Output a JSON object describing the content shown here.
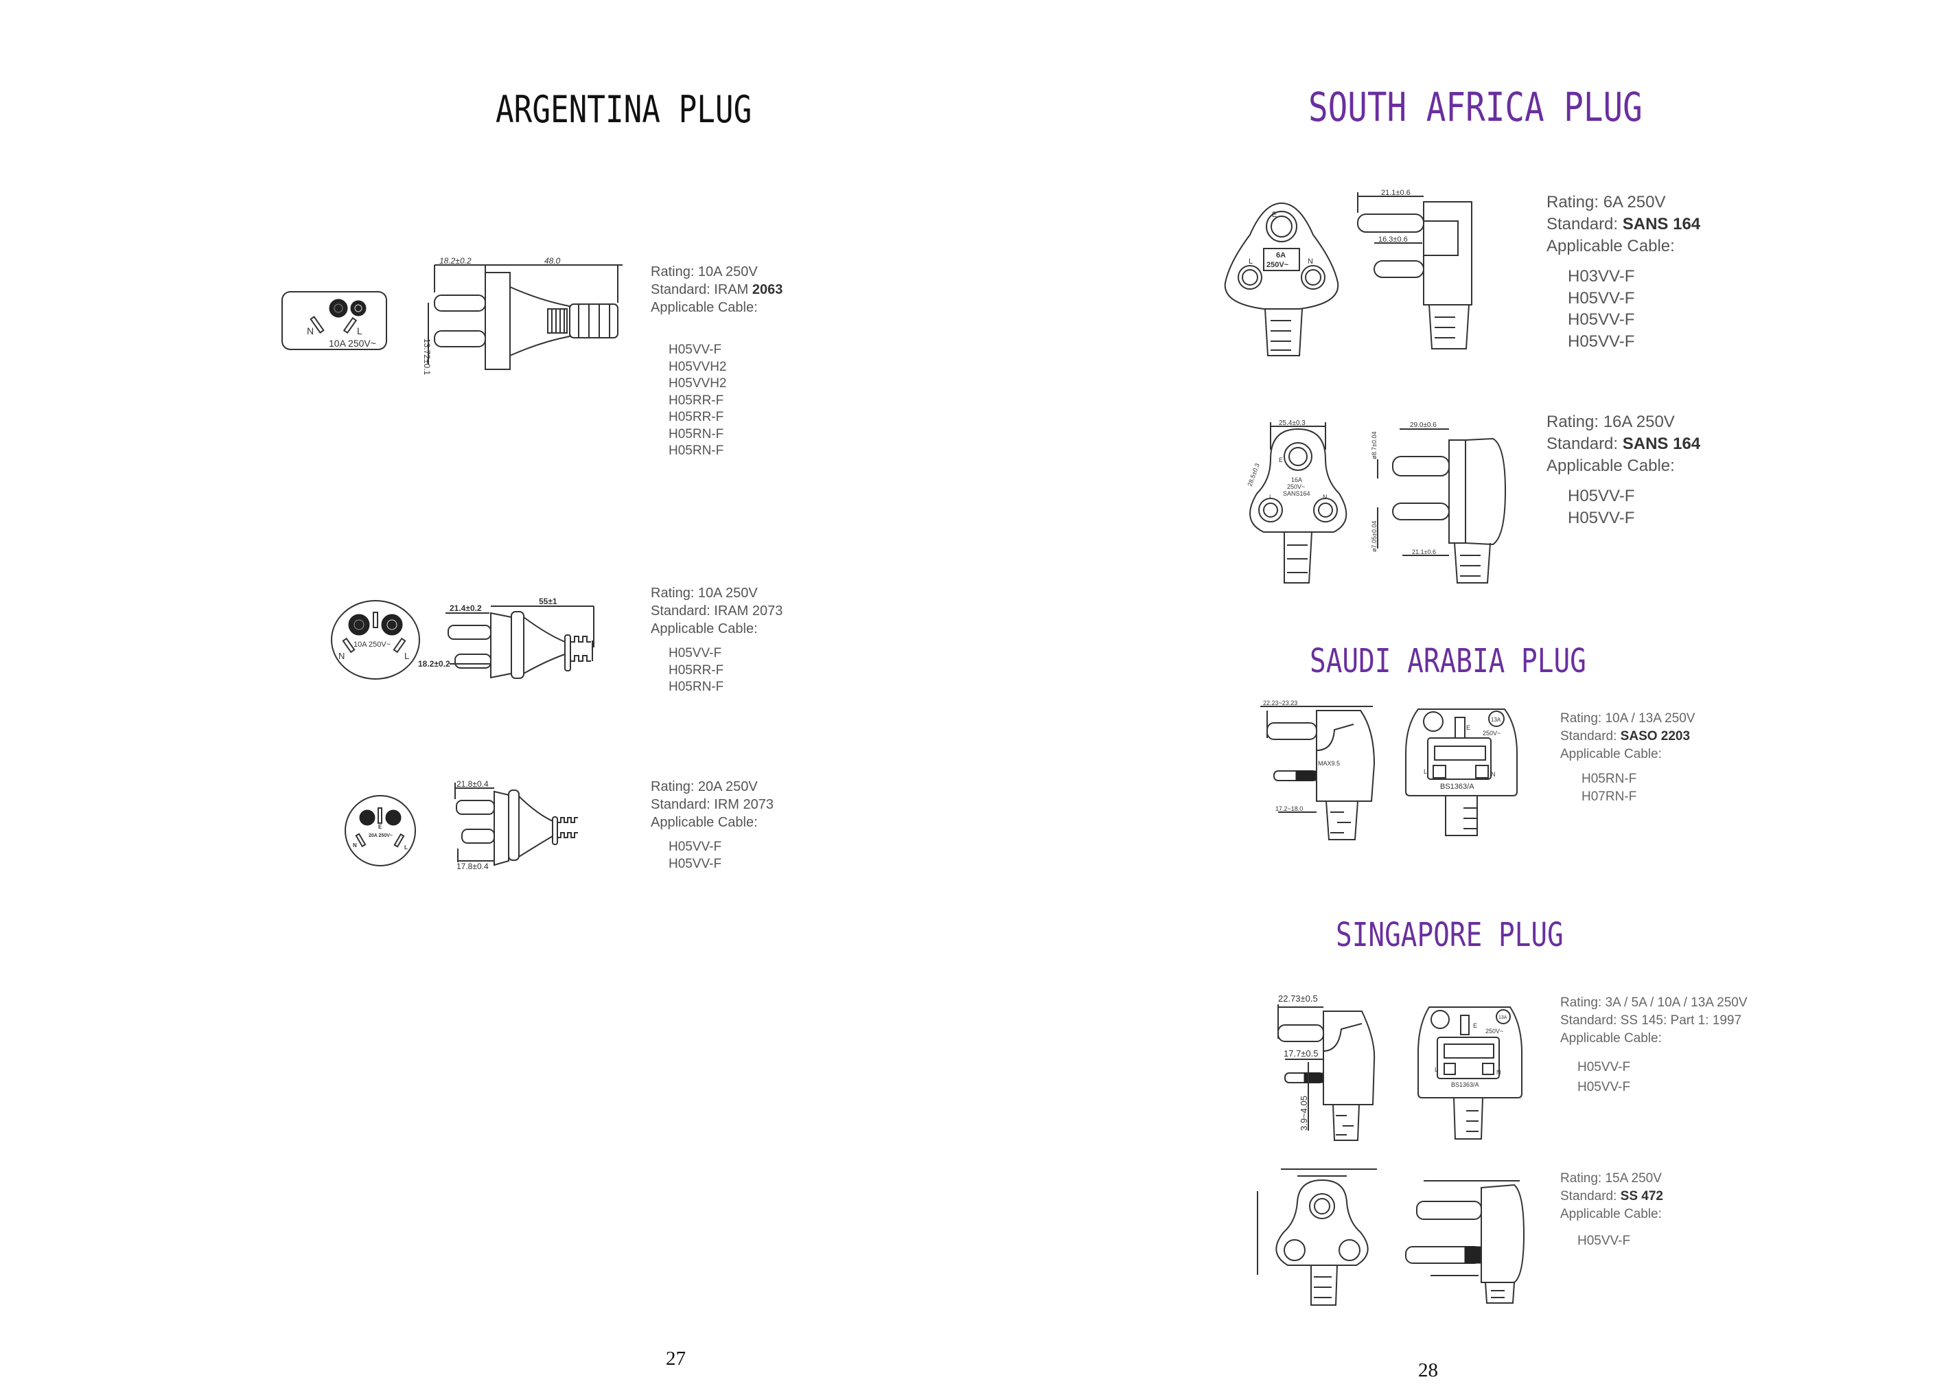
{
  "left_page": {
    "title": "ARGENTINA PLUG",
    "page_number": "27",
    "plugs": [
      {
        "rating": "Rating: 10A 250V",
        "standard_label": "Standard: IRAM ",
        "standard_value": "2063",
        "cable_label": "Applicable Cable:",
        "cables": [
          "H05VV-F",
          "H05VVH2",
          "H05VVH2",
          "H05RR-F",
          "H05RR-F",
          "H05RN-F",
          "H05RN-F"
        ],
        "drawing_labels": {
          "face": "10A 250V~",
          "n": "N",
          "l": "L",
          "dim1": "18.2±0.2",
          "dim2": "48.0",
          "dim3": "13.72±0.1"
        }
      },
      {
        "rating": "Rating: 10A 250V",
        "standard_label": "Standard: IRAM 2073",
        "standard_value": "",
        "cable_label": "Applicable Cable:",
        "cables": [
          "H05VV-F",
          "H05RR-F",
          "H05RN-F"
        ],
        "drawing_labels": {
          "face": "10A 250V~",
          "n": "N",
          "l": "L",
          "dim1": "21.4±0.2",
          "dim2": "55±1",
          "dim3": "18.2±0.2"
        }
      },
      {
        "rating": "Rating: 20A 250V",
        "standard_label": "Standard: IRM 2073",
        "standard_value": "",
        "cable_label": "Applicable Cable:",
        "cables": [
          "H05VV-F",
          "H05VV-F"
        ],
        "drawing_labels": {
          "face": "20A 250V~",
          "n": "N",
          "l": "L",
          "e": "E",
          "dim1": "21.8±0.4",
          "dim2": "17.8±0.4"
        }
      }
    ]
  },
  "right_page": {
    "page_number": "28",
    "sections": [
      {
        "title": "SOUTH AFRICA PLUG",
        "plugs": [
          {
            "rating": "Rating: 6A 250V",
            "standard_label": "Standard: ",
            "standard_value": "SANS 164",
            "cable_label": "Applicable Cable:",
            "cables": [
              "H03VV-F",
              "H05VV-F",
              "H05VV-F",
              "H05VV-F"
            ],
            "drawing_labels": {
              "face1": "6A",
              "face2": "250V~",
              "e": "E",
              "l": "L",
              "n": "N",
              "dim1": "21.1±0.6",
              "dim2": "16.3±0.6"
            }
          },
          {
            "rating": "Rating: 16A 250V",
            "standard_label": "Standard: ",
            "standard_value": "SANS 164",
            "cable_label": "Applicable Cable:",
            "cables": [
              "H05VV-F",
              "H05VV-F"
            ],
            "drawing_labels": {
              "face1": "16A",
              "face2": "250V~",
              "face3": "SANS164",
              "e": "E",
              "l": "L",
              "n": "N",
              "dim1": "25.4±0.3",
              "dim2": "29.0±0.6",
              "dim3": "21.1±0.6",
              "dim4": "28.5±0.3",
              "dim5": "ø8.7±0.04",
              "dim6": "ø7.05±0.04"
            }
          }
        ]
      },
      {
        "title": "SAUDI ARABIA PLUG",
        "plugs": [
          {
            "rating": "Rating: 10A / 13A 250V",
            "standard_label": "Standard: ",
            "standard_value": "SASO 2203",
            "cable_label": "Applicable Cable:",
            "cables": [
              "H05RN-F",
              "H07RN-F"
            ],
            "drawing_labels": {
              "dim1": "22.23~23.23",
              "dim2": "17.2~18.0",
              "dim3": "MAX9.5",
              "marking": "BS1363/A",
              "volt": "250V~",
              "fuse": "13A",
              "e": "E",
              "l": "L",
              "n": "N"
            }
          }
        ]
      },
      {
        "title": "SINGAPORE PLUG",
        "plugs": [
          {
            "rating": "Rating: 3A / 5A / 10A / 13A 250V",
            "standard_label": "Standard: SS 145: Part 1: 1997",
            "standard_value": "",
            "cable_label": "Applicable Cable:",
            "cables": [
              "H05VV-F",
              "H05VV-F"
            ],
            "drawing_labels": {
              "dim1": "22.73±0.5",
              "dim2": "17.7±0.5",
              "dim3": "3.9~4.05",
              "marking": "BS1363/A",
              "volt": "250V~",
              "fuse": "13A",
              "e": "E",
              "l": "L",
              "n": "N"
            }
          },
          {
            "rating": "Rating: 15A 250V",
            "standard_label": "Standard: ",
            "standard_value": "SS 472",
            "cable_label": "Applicable Cable:",
            "cables": [
              "H05VV-F"
            ],
            "drawing_labels": {}
          }
        ]
      }
    ]
  },
  "colors": {
    "heading_purple": "#6a2f9e",
    "heading_black": "#111111",
    "body_text": "#555555"
  }
}
